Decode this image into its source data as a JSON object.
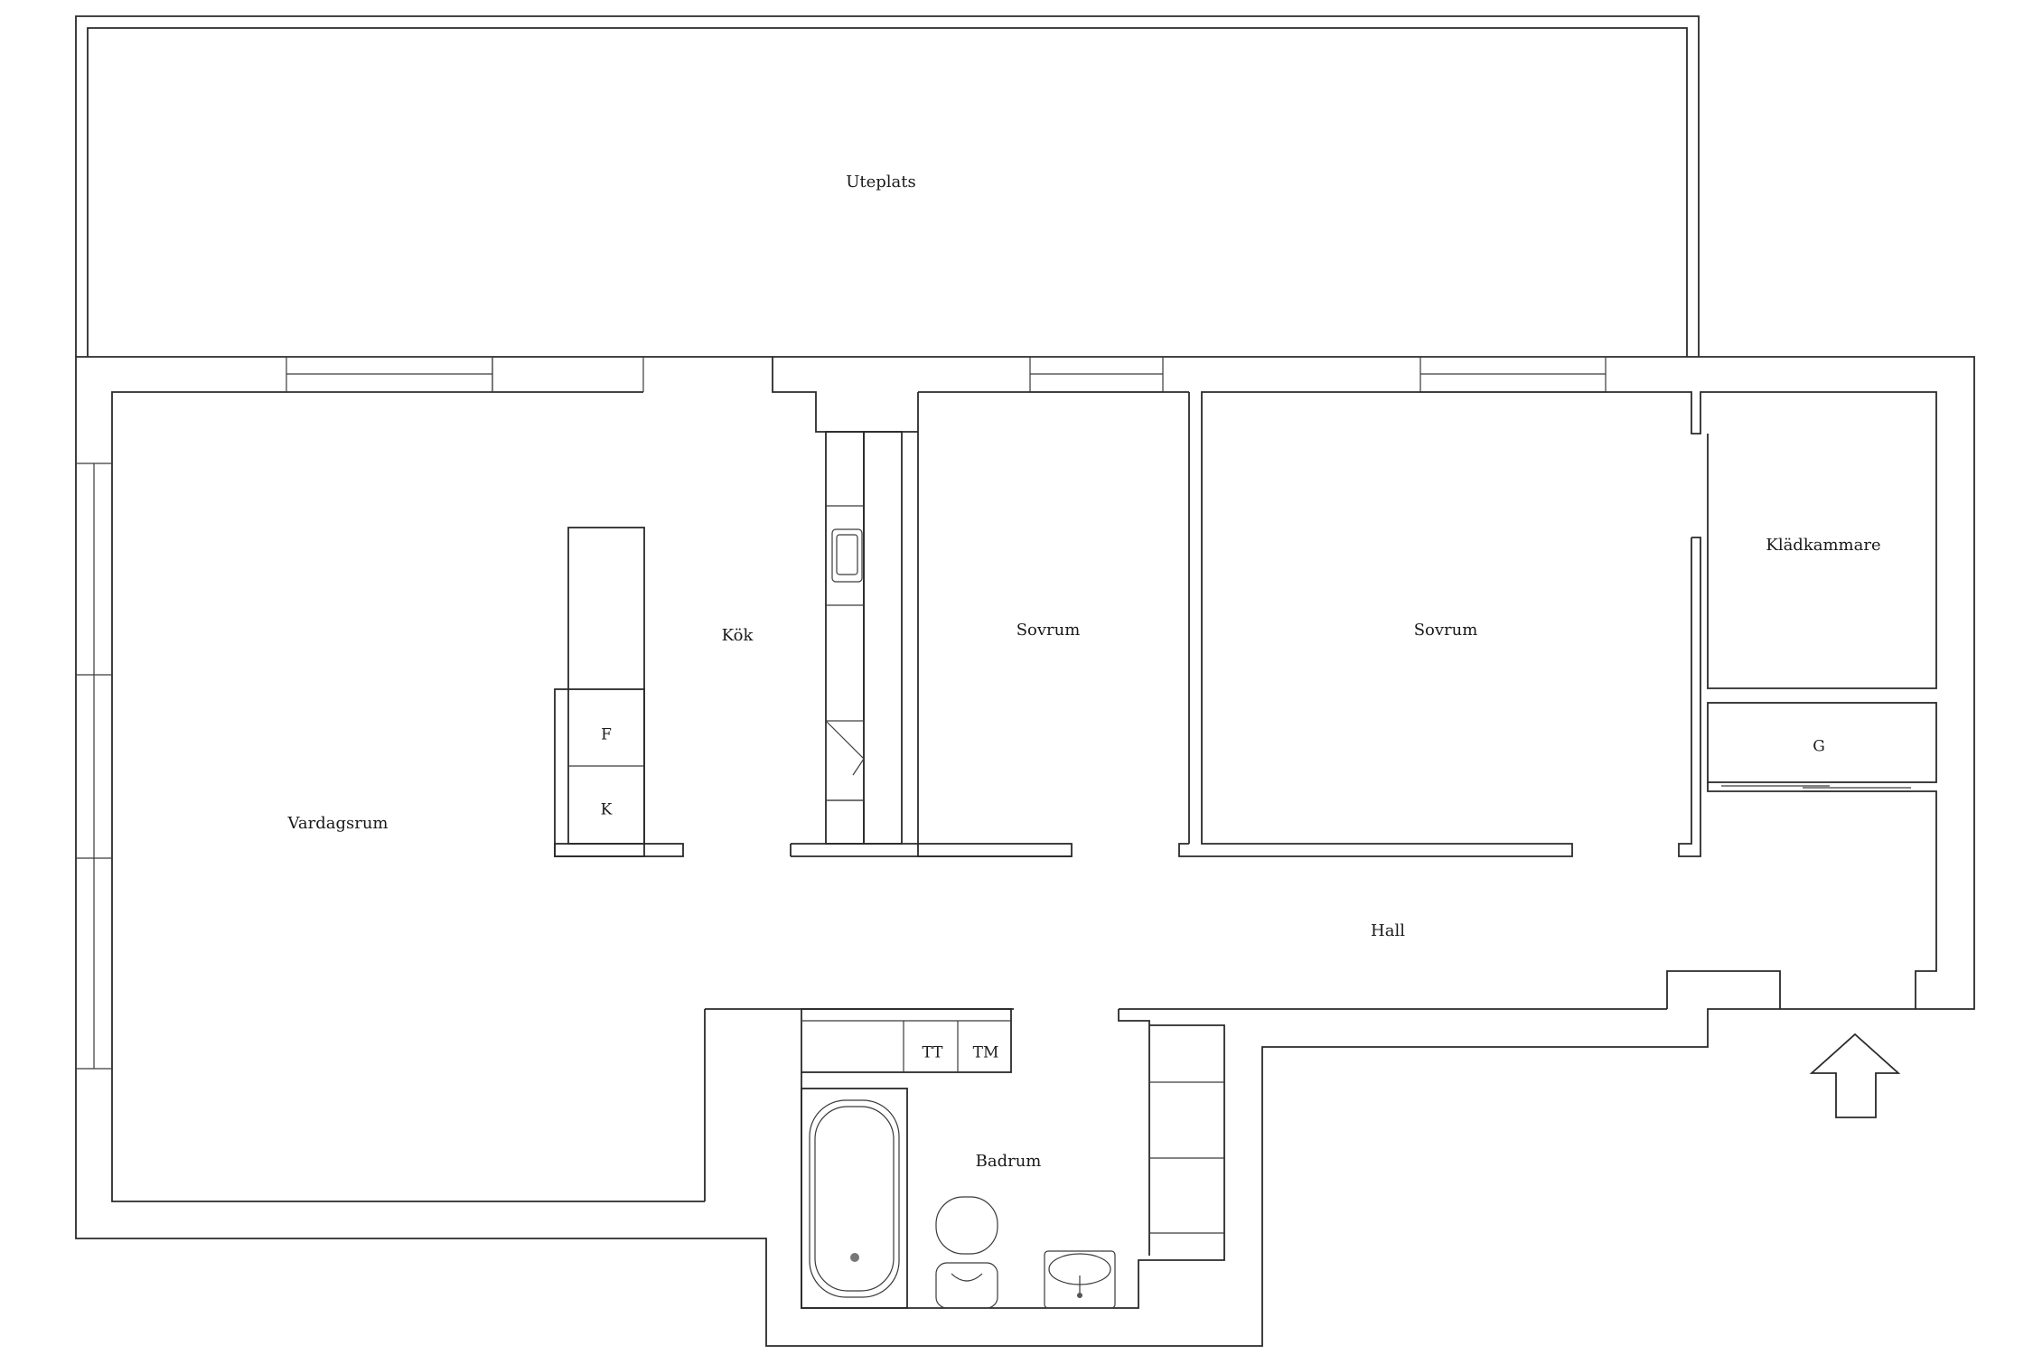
{
  "rooms": {
    "patio": "Uteplats",
    "kitchen": "Kök",
    "bedroom_1": "Sovrum",
    "bedroom_2": "Sovrum",
    "walk_in_closet": "Klädkammare",
    "living_room": "Vardagsrum",
    "hall": "Hall",
    "bathroom": "Badrum"
  },
  "fixtures": {
    "fridge": "F",
    "freezer": "K",
    "wardrobe": "G",
    "dryer": "TT",
    "washer": "TM"
  },
  "colors": {
    "line": "#2a2a2a",
    "background": "#ffffff"
  }
}
